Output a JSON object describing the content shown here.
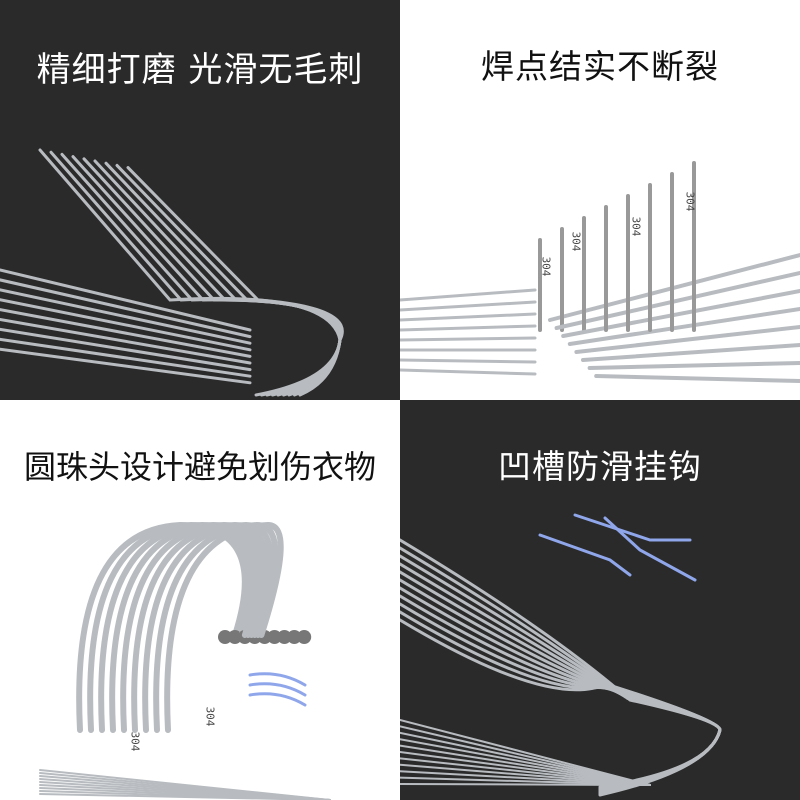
{
  "panels": [
    {
      "caption": "精细打磨 光滑无毛刺",
      "background": "#2a2a2a"
    },
    {
      "caption": "焊点结实不断裂",
      "background": "#ffffff"
    },
    {
      "caption": "圆珠头设计避免划伤衣物",
      "background": "#ffffff"
    },
    {
      "caption": "凹槽防滑挂钩",
      "background": "#2a2a2a"
    }
  ],
  "stamp_text": "304",
  "colors": {
    "metal": "#b8bcc0",
    "accent_lines": "#8fa6ea"
  }
}
